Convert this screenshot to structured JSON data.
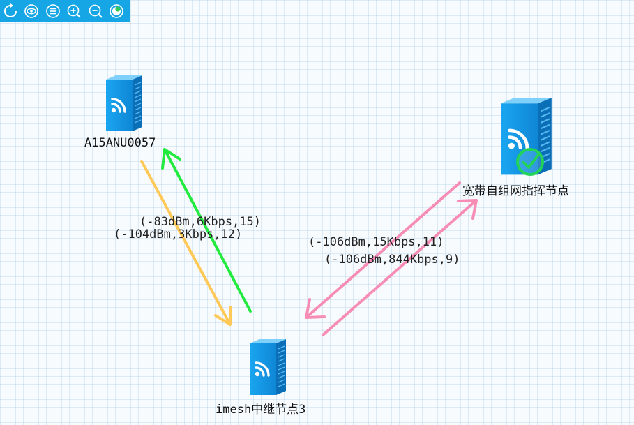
{
  "toolbar": {
    "buttons": [
      {
        "name": "refresh-icon"
      },
      {
        "name": "eye-icon"
      },
      {
        "name": "list-icon"
      },
      {
        "name": "zoom-in-icon"
      },
      {
        "name": "zoom-out-icon"
      },
      {
        "name": "toggle-icon"
      }
    ]
  },
  "nodes": {
    "a15": {
      "label": "A15ANU0057",
      "icon": "wireless-server-icon"
    },
    "command": {
      "label": "宽带自组网指挥节点",
      "icon": "wireless-server-icon",
      "status": "online-check",
      "status_color": "#22d35a"
    },
    "imesh": {
      "label": "imesh中继节点3",
      "icon": "wireless-server-icon"
    }
  },
  "links": {
    "imesh_to_a15": {
      "label": "(-83dBm,6Kbps,15)",
      "color": "#22ea3e"
    },
    "a15_to_imesh": {
      "label": "(-104dBm,3Kbps,12)",
      "color": "#ffc95a"
    },
    "command_to_imesh": {
      "label": "(-106dBm,15Kbps,11)",
      "color": "#f78db4"
    },
    "imesh_to_command": {
      "label": "(-106dBm,844Kbps,9)",
      "color": "#f78db4"
    }
  },
  "colors": {
    "toolbar_bg": "#16a6e5",
    "server_blue": "#1593e2",
    "server_blue_dark": "#0b6fb8"
  }
}
